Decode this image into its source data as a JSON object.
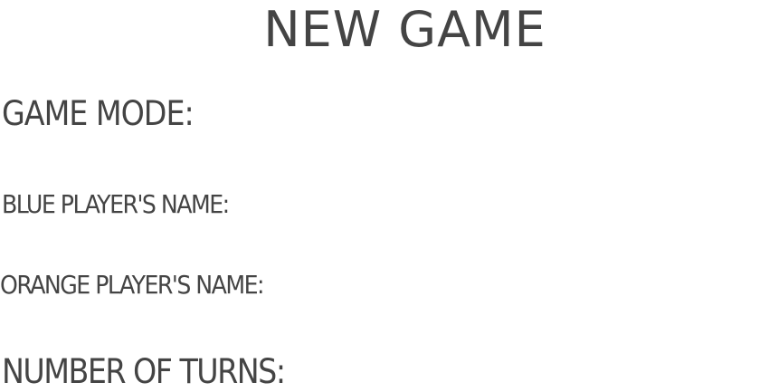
{
  "screen": {
    "title": "NEW GAME"
  },
  "form": {
    "game_mode_label": "GAME MODE:",
    "blue_player_label": "BLUE PLAYER'S NAME:",
    "orange_player_label": "ORANGE PLAYER'S NAME:",
    "number_of_turns_label": "NUMBER OF TURNS:"
  },
  "colors": {
    "text": "#444444",
    "background": "#ffffff"
  }
}
